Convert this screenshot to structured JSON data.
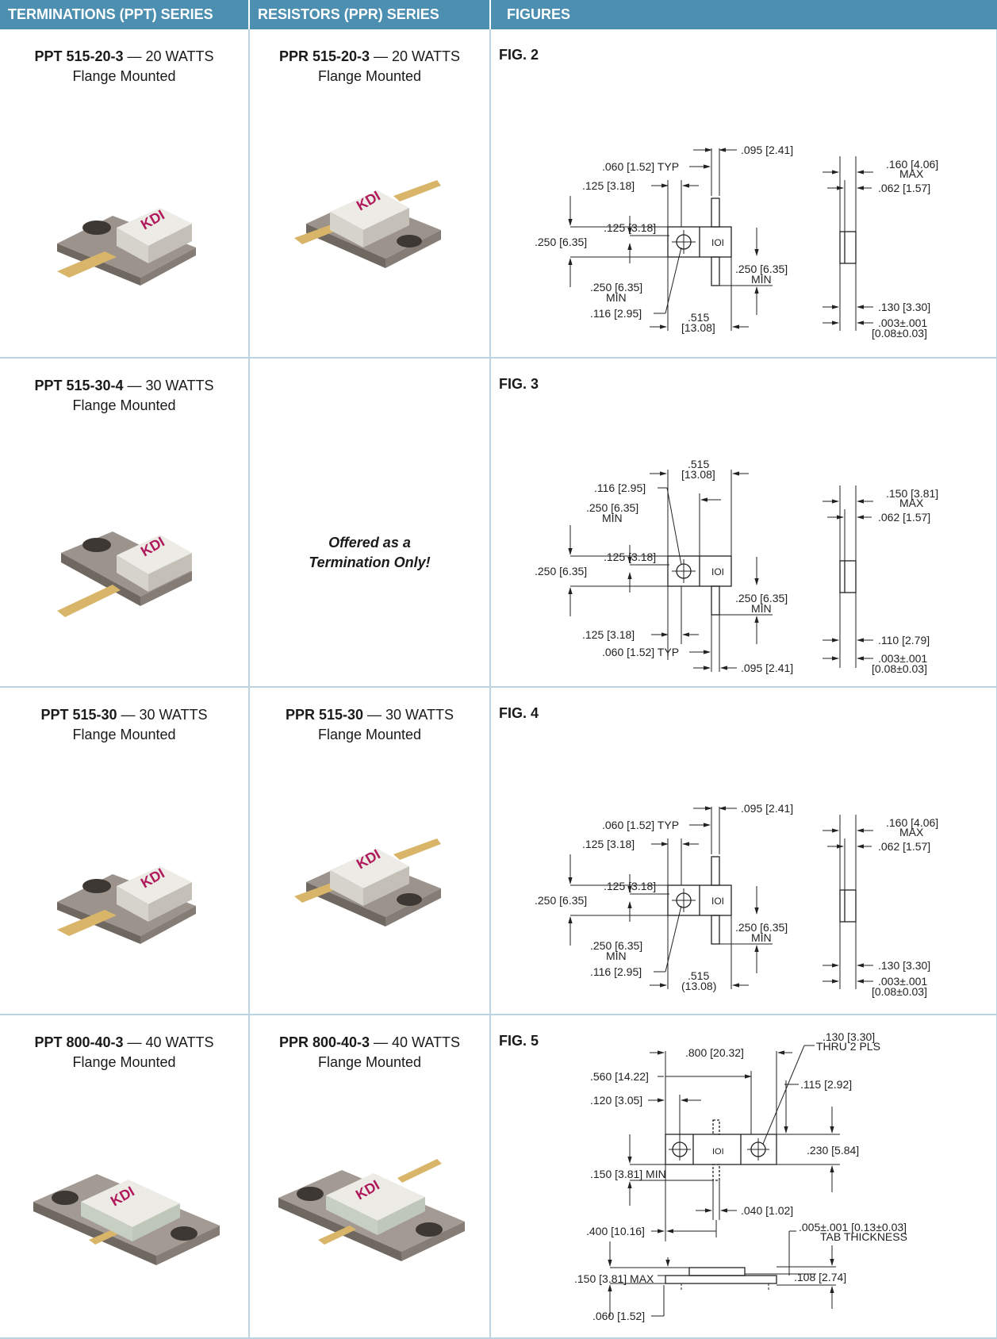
{
  "header": {
    "col1": "TERMINATIONS (PPT) SERIES",
    "col2": "RESISTORS (PPR) SERIES",
    "col3": "FIGURES"
  },
  "common": {
    "mount": "Flange Mounted",
    "logo_text": "KDI"
  },
  "rows": [
    {
      "ppt": {
        "model": "PPT 515-20-3",
        "power": " — 20 WATTS"
      },
      "ppr": {
        "model": "PPR 515-20-3",
        "power": " — 20 WATTS"
      },
      "fig": {
        "label": "FIG. 2",
        "dims": {
          "a": ".095 [2.41]",
          "b": ".060 [1.52] TYP",
          "c": ".125 [3.18]",
          "d": ".250 [6.35]",
          "e": ".125 [3.18]",
          "f1": ".250 [6.35]",
          "f2": "MIN",
          "g1": ".250 [6.35]",
          "g2": "MIN",
          "h": ".116 [2.95]",
          "i1": ".515",
          "i2": "[13.08]",
          "j1": ".160 [4.06]",
          "j2": "MAX",
          "k": ".062 [1.57]",
          "l": ".130 [3.30]",
          "m1": ".003±.001",
          "m2": "[0.08±0.03]"
        }
      }
    },
    {
      "ppt": {
        "model": "PPT 515-30-4",
        "power": " — 30 WATTS"
      },
      "ppr": {
        "offer1": "Offered as a",
        "offer2": "Termination Only!"
      },
      "fig": {
        "label": "FIG. 3",
        "dims": {
          "i1": ".515",
          "i2": "[13.08]",
          "h": ".116 [2.95]",
          "f1": ".250 [6.35]",
          "f2": "MIN",
          "d": ".250 [6.35]",
          "e": ".125 [3.18]",
          "g1": ".250 [6.35]",
          "g2": "MIN",
          "c": ".125 [3.18]",
          "b": ".060 [1.52] TYP",
          "a": ".095 [2.41]",
          "j1": ".150 [3.81]",
          "j2": "MAX",
          "k": ".062 [1.57]",
          "l": ".110 [2.79]",
          "m1": ".003±.001",
          "m2": "[0.08±0.03]"
        }
      }
    },
    {
      "ppt": {
        "model": "PPT 515-30",
        "power": " — 30 WATTS"
      },
      "ppr": {
        "model": "PPR 515-30",
        "power": " — 30 WATTS"
      },
      "fig": {
        "label": "FIG. 4",
        "dims": {
          "a": ".095 [2.41]",
          "b": ".060 [1.52] TYP",
          "c": ".125 [3.18]",
          "d": ".250 [6.35]",
          "e": ".125 [3.18]",
          "f1": ".250 [6.35]",
          "f2": "MIN",
          "g1": ".250 [6.35]",
          "g2": "MIN",
          "h": ".116 [2.95]",
          "i1": ".515",
          "i2": "(13.08)",
          "j1": ".160 [4.06]",
          "j2": "MAX",
          "k": ".062 [1.57]",
          "l": ".130 [3.30]",
          "m1": ".003±.001",
          "m2": "[0.08±0.03]"
        }
      }
    },
    {
      "ppt": {
        "model": "PPT 800-40-3",
        "power": " — 40 WATTS"
      },
      "ppr": {
        "model": "PPR 800-40-3",
        "power": " — 40 WATTS"
      },
      "fig": {
        "label": "FIG. 5",
        "dims": {
          "a": ".800 [20.32]",
          "b1": ".130 [3.30]",
          "b2": "THRU 2 PLS",
          "c": ".560 [14.22]",
          "d": ".115 [2.92]",
          "e": ".120 [3.05]",
          "f": ".230 [5.84]",
          "g": ".150 [3.81] MIN",
          "h": ".040 [1.02]",
          "i": ".400 [10.16]",
          "j1": ".005±.001 [0.13±0.03]",
          "j2": "TAB THICKNESS",
          "k": ".150 [3.81] MAX",
          "l": ".108 [2.74]",
          "m": ".060 [1.52]"
        }
      }
    }
  ]
}
